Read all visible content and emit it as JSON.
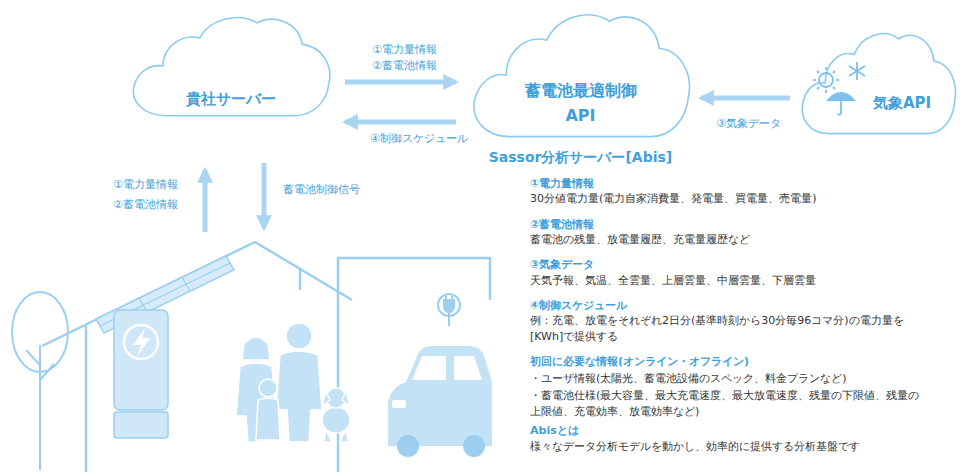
{
  "diagram": {
    "nodes": [
      {
        "text": [
          "貴社サーバー"
        ]
      },
      {
        "text": [
          "蓄電池最適制御 API",
          "Sassor分析サーバー[Abis]"
        ]
      },
      {
        "text": [
          "気象API"
        ]
      }
    ],
    "edges": [
      {
        "from": 0,
        "to": 1,
        "arrow": "to",
        "label": "①電力量情報 ②蓄電池情報"
      },
      {
        "from": 1,
        "to": 0,
        "arrow": "to",
        "label": "④制御スケジュール"
      },
      {
        "from": 2,
        "to": 1,
        "arrow": "to",
        "label": "③気象データ"
      }
    ],
    "labels": [
      "①電力量情報",
      "②蓄電池情報",
      "蓄電池制御信号",
      "①電力量情報",
      "30分値電力量(電力自家消費量、発電量、買電量、売電量)",
      "②蓄電池情報",
      "蓄電池の残量、放電量履歴、充電量履歴など",
      "③気象データ",
      "天気予報、気温、全雲量、上層雲量、中層雲量、下層雲量",
      "④制御スケジュール",
      "例：充電、放電をそれぞれ2日分(基準時刻から30分毎96コマ分)の電力量を[KWh]で提供する",
      "初回に必要な情報(オンライン・オフライン)",
      "・ユーザ情報(太陽光、蓄電池設備のスペック、料金プランなど)",
      "・蓄電池仕様(最大容量、最大充電速度、最大放電速度、残量の下限値、残量の上限値、充電効率、放電効率など)",
      "Abisとは",
      "様々なデータ分析モデルを動かし、効率的に提供する分析基盤です"
    ]
  }
}
